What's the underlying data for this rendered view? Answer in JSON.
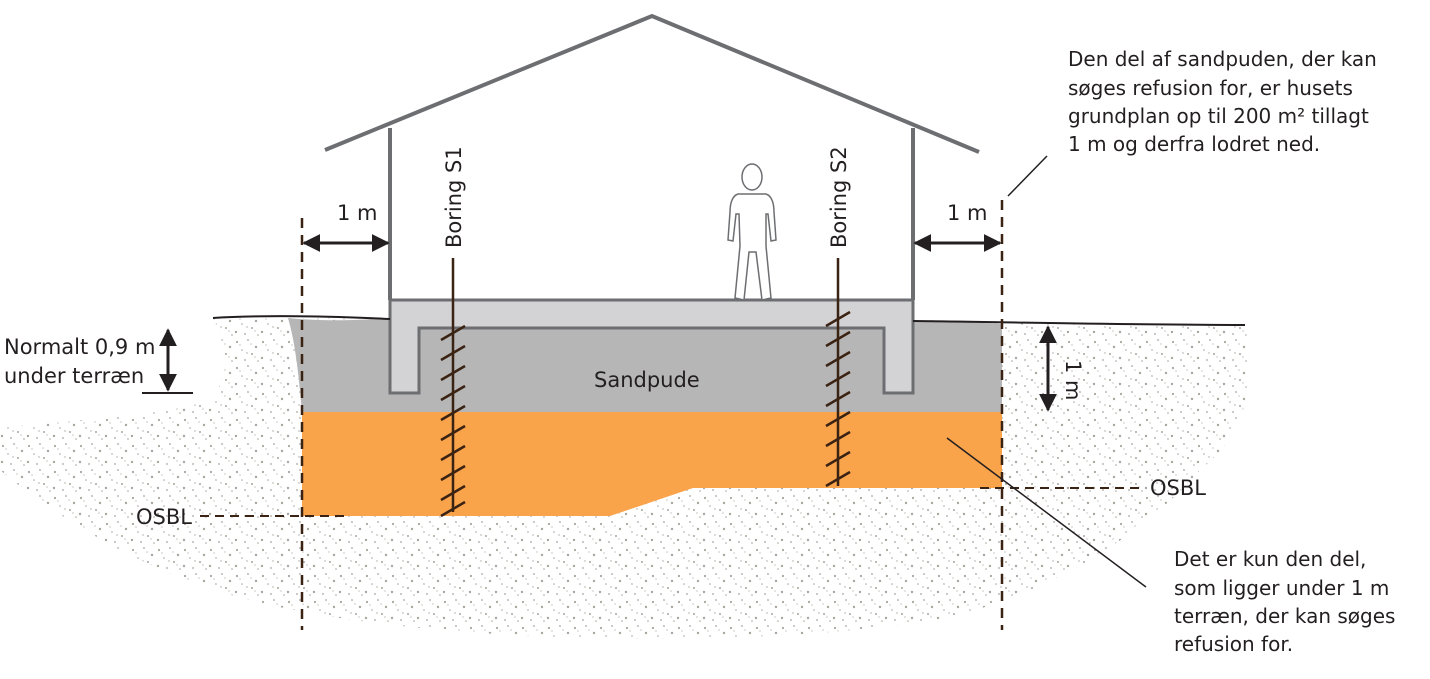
{
  "labels": {
    "normal_depth": [
      "Normalt 0,9 m",
      "under terræn"
    ],
    "left_1m": "1 m",
    "right_1m": "1 m",
    "boring_s1": "Boring S1",
    "boring_s2": "Boring S2",
    "sandpude": "Sandpude",
    "depth_1m": "1 m",
    "osbl_left": "OSBL",
    "osbl_right": "OSBL",
    "note_top": [
      "Den del af sandpuden, der kan",
      "søges refusion for, er husets",
      "grundplan op til 200 m² tillagt",
      "1 m og derfra lodret ned."
    ],
    "note_bottom": [
      "Det er kun den del,",
      "som ligger under 1 m",
      "terræn, der kan søges",
      "refusion for."
    ]
  },
  "colors": {
    "orange_zone": "#f9a34a",
    "sand_cushion": "#b6b6b6",
    "foundation": "#d3d3d5",
    "house_line": "#6d6e71",
    "soil_dots": "#a9a49c",
    "boring_line": "#3b2314",
    "dashed_line": "#3b2314"
  }
}
